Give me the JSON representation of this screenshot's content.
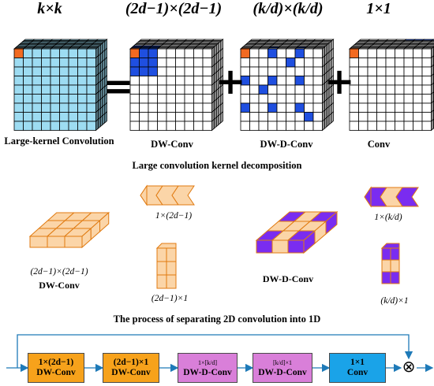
{
  "top": {
    "kernels": [
      {
        "formula": "k×k",
        "caption": "Large-kernel Convolution"
      },
      {
        "formula": "(2d−1)×(2d−1)",
        "caption": "DW-Conv"
      },
      {
        "formula": "(k/d)×(k/d)",
        "caption": "DW-D-Conv"
      },
      {
        "formula": "1×1",
        "caption": "Conv"
      }
    ],
    "equals": "=",
    "plus": "+",
    "section_title": "Large convolution kernel decomposition"
  },
  "middle": {
    "dw_block_label": "(2d−1)×(2d−1)",
    "dw_block_caption": "DW-Conv",
    "row_label": "1×(2d−1)",
    "col_label": "(2d−1)×1",
    "dwd_block_caption": "DW-D-Conv",
    "dwd_row_label": "1×(k/d)",
    "dwd_col_label": "(k/d)×1",
    "section_title": "The process of separating 2D convolution into 1D"
  },
  "pipeline": {
    "blocks": [
      {
        "line1": "1×(2d−1)",
        "line2": "DW-Conv",
        "color": "#f7a21b"
      },
      {
        "line1": "(2d−1)×1",
        "line2": "DW-Conv",
        "color": "#f7a21b"
      },
      {
        "prefix": "1×",
        "frac_num": "k",
        "frac_den": "d",
        "suffix": "",
        "line2": "DW-D-Conv",
        "color": "#d97fd9"
      },
      {
        "prefix": "",
        "frac_num": "k",
        "frac_den": "d",
        "suffix": "×1",
        "line2": "DW-D-Conv",
        "color": "#d97fd9"
      },
      {
        "line1": "1×1",
        "line2": "Conv",
        "color": "#1aa3e8"
      }
    ],
    "multiply_symbol": "⊗"
  },
  "colors": {
    "cube_blue": "#9ddcf2",
    "cube_white": "#ffffff",
    "accent_orange": "#f26a21",
    "accent_blue": "#1f4fe0",
    "peach": "#fbd5a8",
    "peach_stroke": "#e07a10",
    "purple": "#7a2cf0",
    "arrow": "#1e7ab8"
  }
}
